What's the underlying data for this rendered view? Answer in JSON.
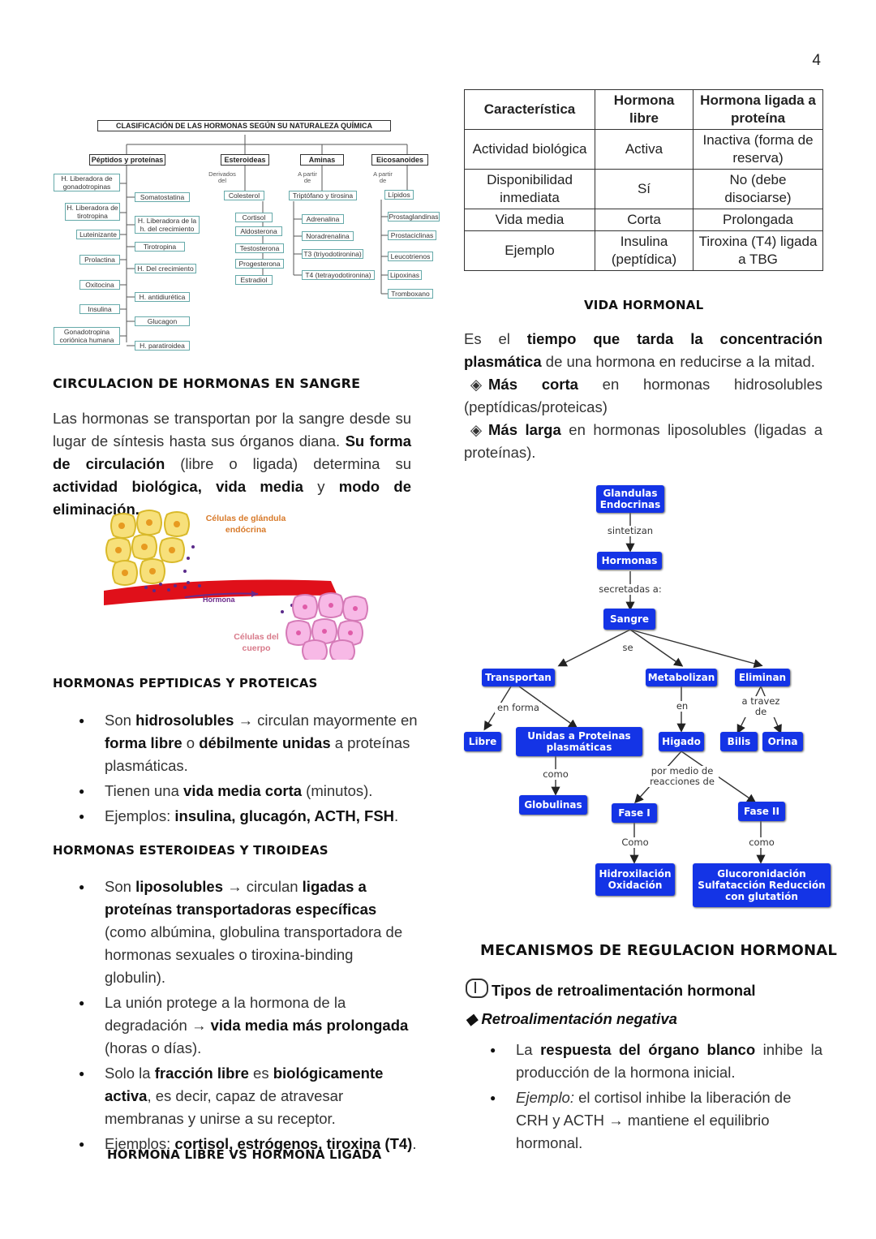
{
  "page_number": "4",
  "classification": {
    "title": "CLASIFICACIÓN DE LAS HORMONAS SEGÚN SU NATURALEZA QUÍMICA",
    "groups": {
      "peptides": "Péptidos y proteínas",
      "steroids": "Esteroideas",
      "amines": "Aminas",
      "eicosanoids": "Eicosanoides"
    },
    "notes": {
      "steroids": "Derivados del",
      "amines": "A partir de",
      "eicos": "A partir de"
    },
    "peptides_left": [
      "H. Liberadora de gonadotropinas",
      "H. Liberadora de tirotropina",
      "Luteinizante",
      "Prolactina",
      "Oxitocina",
      "Insulina",
      "Gonadotropina coriónica humana"
    ],
    "peptides_right": [
      "Somatostatina",
      "H. Liberadora de la h. del crecimiento",
      "Tirotropina",
      "H. Del crecimiento",
      "H. antidiurética",
      "Glucagon",
      "H. paratiroidea"
    ],
    "steroids_items": [
      "Colesterol",
      "Cortisol",
      "Aldosterona",
      "Testosterona",
      "Progesterona",
      "Estradiol"
    ],
    "amines_items": [
      "Triptófano y tirosina",
      "Adrenalina",
      "Noradrenalina",
      "T3 (triyodotironina)",
      "T4 (tetrayodotironina)"
    ],
    "eicos_items": [
      "Lípidos",
      "Prostaglandinas",
      "Prostaciclinas",
      "Leucotrienos",
      "Lipoxinas",
      "Tromboxano"
    ]
  },
  "circulation": {
    "heading": "CIRCULACION DE HORMONAS EN SANGRE",
    "p1": "Las hormonas se transportan por la sangre desde su lugar de síntesis hasta sus órganos diana.",
    "p_b1": "Su forma de circulación",
    "p2": "(libre o ligada) determina su",
    "p_b2": "actividad biológica, vida media",
    "p3": "y",
    "p_b3": "modo de eliminación.",
    "img_label_gland": "Células de glándula endócrina",
    "img_label_hormone": "Hormona",
    "img_label_body": "Células del cuerpo"
  },
  "peptidic": {
    "heading": "HORMONAS PEPTIDICAS Y PROTEICAS",
    "items": [
      {
        "a": "Son ",
        "b": "hidrosolubles",
        "c": " → circulan mayormente en ",
        "d": "forma libre",
        "e": " o ",
        "f": "débilmente unidas",
        "g": " a proteínas plasmáticas."
      },
      {
        "a": "Tienen una ",
        "b": "vida media corta",
        "c": " (minutos)."
      },
      {
        "a": "Ejemplos: ",
        "b": "insulina, glucagón, ACTH, FSH",
        "c": "."
      }
    ]
  },
  "steroid": {
    "heading": "HORMONAS ESTEROIDEAS Y TIROIDEAS",
    "items": [
      {
        "a": "Son ",
        "b": "liposolubles",
        "c": " → circulan ",
        "d": "ligadas a proteínas transportadoras específicas",
        "e": " (como albúmina, globulina transportadora de hormonas sexuales o tiroxina-binding globulin)."
      },
      {
        "a": "La unión protege a la hormona de la degradación → ",
        "b": "vida media más prolongada",
        "c": " (horas o días)."
      },
      {
        "a": "Solo la ",
        "b": "fracción libre",
        "c": " es ",
        "d": "biológicamente activa",
        "e": ", es decir, capaz de atravesar membranas y unirse a su receptor."
      },
      {
        "a": "Ejemplos: ",
        "b": "cortisol, estrógenos, tiroxina (T4)",
        "c": "."
      }
    ]
  },
  "free_vs_bound_heading": "HORMONA LIBRE VS HORMONA LIGADA",
  "table": {
    "headers": [
      "Característica",
      "Hormona libre",
      "Hormona ligada a proteína"
    ],
    "rows": [
      [
        "Actividad biológica",
        "Activa",
        "Inactiva (forma de reserva)"
      ],
      [
        "Disponibilidad inmediata",
        "Sí",
        "No (debe disociarse)"
      ],
      [
        "Vida media",
        "Corta",
        "Prolongada"
      ],
      [
        "Ejemplo",
        "Insulina (peptídica)",
        "Tiroxina (T4) ligada a TBG"
      ]
    ]
  },
  "half_life": {
    "heading": "VIDA HORMONAL",
    "p1": "Es el ",
    "p1b": "tiempo que tarda la concentración plasmática",
    "p2": " de una hormona en reducirse a la mitad.",
    "b1_bold": "Más corta",
    "b1_rest": " en hormonas hidrosolubles (peptídicas/proteicas)",
    "b2_bold": "Más larga",
    "b2_rest": " en hormonas liposolubles (ligadas a proteínas)."
  },
  "concept_map": {
    "glands": "Glandulas Endocrinas",
    "synth": "sintetizan",
    "hormones": "Hormonas",
    "secreted": "secretadas a:",
    "blood": "Sangre",
    "se": "se",
    "transport": "Transportan",
    "metabolize": "Metabolizan",
    "eliminate": "Eliminan",
    "in_form": "en forma",
    "en": "en",
    "through": "a travez de",
    "free": "Libre",
    "bound": "Unidas a Proteinas plasmáticas",
    "liver": "Higado",
    "bile": "Bilis",
    "urine": "Orina",
    "como": "como",
    "globulins": "Globulinas",
    "by_means": "por medio de reacciones de",
    "phase1": "Fase I",
    "phase2": "Fase II",
    "como1": "Como",
    "como2": "como",
    "phase1_reac": "Hidroxilación Oxidación",
    "phase2_reac": "Glucoronidación Sulfatacción Reducción con glutatión"
  },
  "regulation": {
    "heading": "MECANISMOS DE REGULACION HORMONAL",
    "sub": "Tipos de retroalimentación hormonal",
    "negative": "Retroalimentación negativa",
    "items": [
      {
        "a": "La ",
        "b": "respuesta del órgano blanco",
        "c": " inhibe la producción de la hormona inicial."
      },
      {
        "a": "Ejemplo:",
        "c": " el cortisol inhibe la liberación de CRH y ACTH → mantiene el equilibrio hormonal."
      }
    ]
  },
  "colors": {
    "map_blue": "#1434e6",
    "vessel_red": "#e0101a",
    "cell_yellow": "#f7e07a",
    "cell_pink": "#f7b9e6"
  }
}
